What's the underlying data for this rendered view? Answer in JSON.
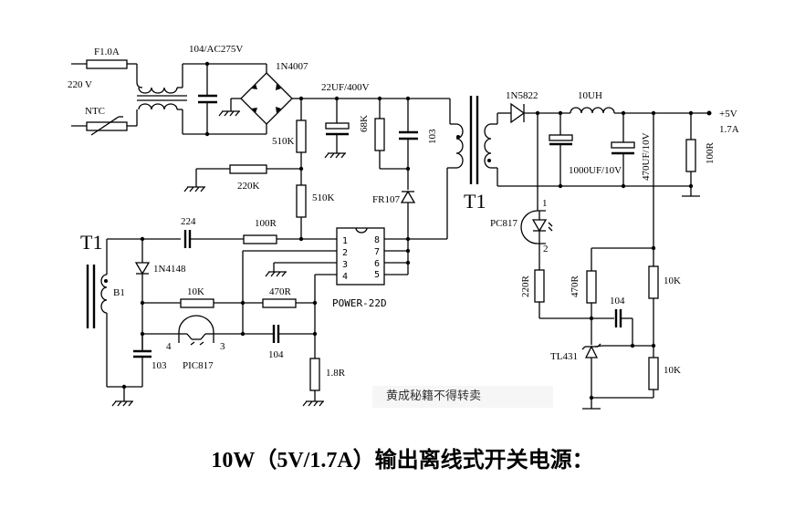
{
  "title": "10W（5V/1.7A）输出离线式开关电源：",
  "watermark": "黄成秘籍不得转卖",
  "input": {
    "fuse": "F1.0A",
    "voltage": "220 V",
    "ntc": "NTC",
    "x_cap": "104/AC275V",
    "bridge": "1N4007"
  },
  "primary": {
    "bulk_cap": "22UF/400V",
    "r_start_top": "510K",
    "r_start_bottom": "510K",
    "r_bias": "220K",
    "snubber_r": "68K",
    "snubber_c": "103",
    "snubber_d": "FR107",
    "transformer": "T1"
  },
  "ic": {
    "name": "POWER-22D",
    "pins_left": [
      "1",
      "2",
      "3",
      "4"
    ],
    "pins_right": [
      "8",
      "7",
      "6",
      "5"
    ]
  },
  "aux": {
    "transformer": "T1",
    "winding": "B1",
    "cap_224": "224",
    "r_100": "100R",
    "diode": "1N4148",
    "r_10k": "10K",
    "r_470": "470R",
    "cap_104": "104",
    "cap_103": "103",
    "opto": "PIC817",
    "opto_pin4": "4",
    "opto_pin3": "3",
    "r_sense": "1.8R"
  },
  "secondary": {
    "diode": "1N5822",
    "inductor": "10UH",
    "cap1": "1000UF/10V",
    "cap2": "470UF/10V",
    "r_load": "100R",
    "out_v": "+5V",
    "out_i": "1.7A",
    "opto": "PC817",
    "opto_pin1": "1",
    "opto_pin2": "2",
    "r_led": "220R",
    "r_470": "470R",
    "cap_104": "104",
    "ref": "TL431",
    "r_div_top": "10K",
    "r_div_bottom": "10K"
  }
}
